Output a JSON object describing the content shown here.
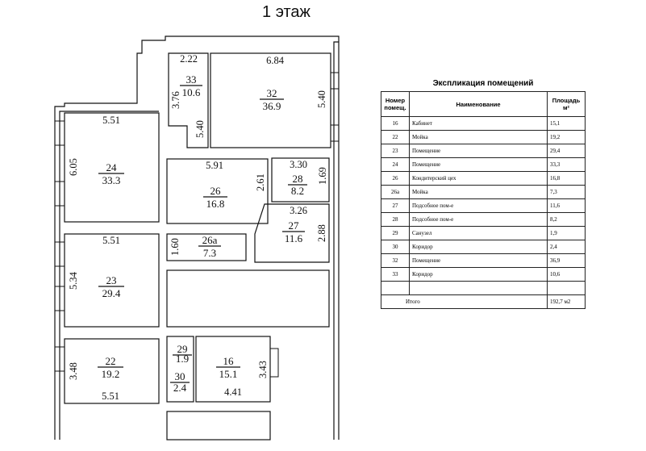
{
  "title": "1 этаж",
  "rooms": [
    {
      "id": "33",
      "area": "10.6",
      "dims": [
        "2.22",
        "3.76",
        "5.40"
      ]
    },
    {
      "id": "32",
      "area": "36.9",
      "dims": [
        "6.84",
        "5.40"
      ]
    },
    {
      "id": "24",
      "area": "33.3",
      "dims": [
        "5.51",
        "6.05"
      ]
    },
    {
      "id": "26",
      "area": "16.8",
      "dims": [
        "5.91",
        "2.61"
      ]
    },
    {
      "id": "28",
      "area": "8.2",
      "dims": [
        "3.30",
        "1.69"
      ]
    },
    {
      "id": "27",
      "area": "11.6",
      "dims": [
        "3.26",
        "2.88"
      ]
    },
    {
      "id": "26a",
      "area": "7.3",
      "dims": [
        "1.60"
      ]
    },
    {
      "id": "23",
      "area": "29.4",
      "dims": [
        "5.51",
        "5.34"
      ]
    },
    {
      "id": "22",
      "area": "19.2",
      "dims": [
        "3.48",
        "5.51"
      ]
    },
    {
      "id": "29",
      "area": "1.9",
      "dims": []
    },
    {
      "id": "30",
      "area": "2.4",
      "dims": []
    },
    {
      "id": "16",
      "area": "15.1",
      "dims": [
        "3.43",
        "4.41"
      ]
    }
  ],
  "table": {
    "title": "Экспликация помещений",
    "headers": [
      "Номер помещ.",
      "Наименование",
      "Площадь м²"
    ],
    "rows": [
      [
        "16",
        "Кабинет",
        "15,1"
      ],
      [
        "22",
        "Мойка",
        "19,2"
      ],
      [
        "23",
        "Помещение",
        "29,4"
      ],
      [
        "24",
        "Помещение",
        "33,3"
      ],
      [
        "26",
        "Кондитерский цех",
        "16,8"
      ],
      [
        "26а",
        "Мойка",
        "7,3"
      ],
      [
        "27",
        "Подсобное пом-е",
        "11,6"
      ],
      [
        "28",
        "Подсобное пом-е",
        "8,2"
      ],
      [
        "29",
        "Санузел",
        "1,9"
      ],
      [
        "30",
        "Коридор",
        "2,4"
      ],
      [
        "32",
        "Помещение",
        "36,9"
      ],
      [
        "33",
        "Коридор",
        "10,6"
      ]
    ],
    "total_label": "Итого",
    "total_value": "192,7 м2"
  }
}
